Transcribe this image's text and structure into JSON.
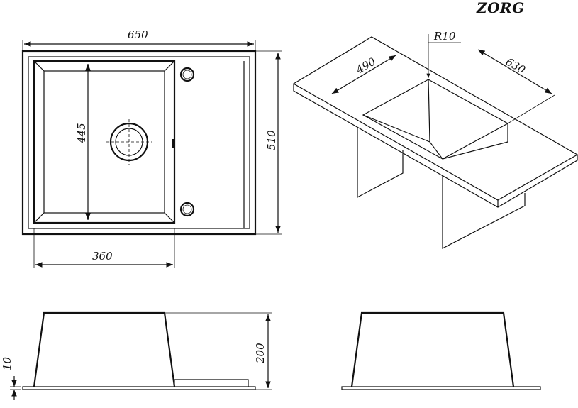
{
  "brand": "ZORG",
  "top_view": {
    "overall_width": "650",
    "overall_depth": "510",
    "bowl_width": "360",
    "bowl_depth": "445"
  },
  "iso_view": {
    "corner_radius": "R10",
    "bowl_inner_width": "490",
    "total_span": "630"
  },
  "side_view": {
    "rim_thickness": "10",
    "bowl_height": "200"
  }
}
